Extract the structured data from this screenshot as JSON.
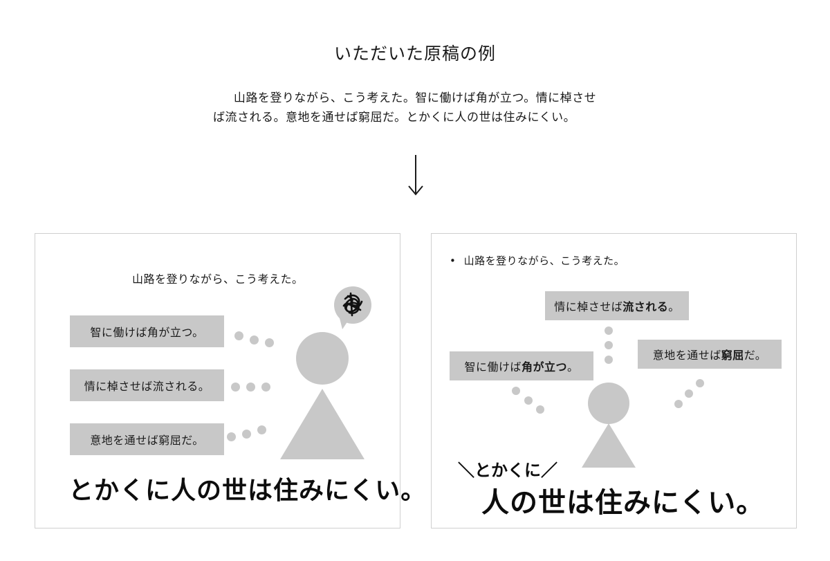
{
  "page": {
    "title": "いただいた原稿の例",
    "manuscript_lines": [
      "山路を登りながら、こう考えた。智に働けば角が立つ。情に棹させ",
      "ば流される。意地を通せば窮屈だ。とかくに人の世は住みにくい。"
    ],
    "arrow_icon": "down-arrow-icon"
  },
  "left_panel": {
    "intro": "山路を登りながら、こう考えた。",
    "boxes": [
      "智に働けば角が立つ。",
      "情に棹させば流される。",
      "意地を通せば窮屈だ。"
    ],
    "conclusion": "とかくに人の世は住みにくい。",
    "bubble_icon": "tangled-thought-bubble-icon",
    "figure_icon": "person-figure-icon"
  },
  "right_panel": {
    "bullet": "山路を登りながら、こう考えた。",
    "boxes": [
      {
        "plain": "情に棹させば",
        "bold": "流される",
        "tail": "。"
      },
      {
        "plain": "智に働けば",
        "bold": "角が立つ",
        "tail": "。"
      },
      {
        "plain": "意地を通せば",
        "bold": "窮屈",
        "tail": "だ。"
      }
    ],
    "small_heading": "＼とかくに／",
    "conclusion": "人の世は住みにくい。",
    "figure_icon": "person-figure-icon"
  },
  "colors": {
    "gray": "#c8c8c8",
    "border": "#cfcfcf",
    "text": "#1a1a1a"
  }
}
